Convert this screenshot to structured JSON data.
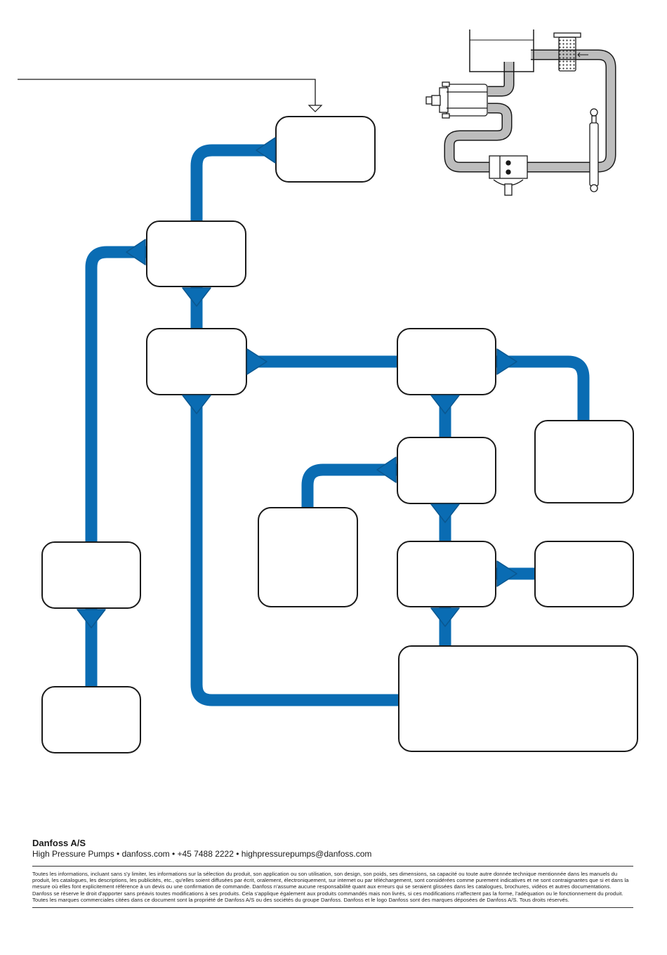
{
  "footer": {
    "company": "Danfoss A/S",
    "contact": "High Pressure Pumps • danfoss.com • +45 7488 2222 • highpressurepumps@danfoss.com",
    "disclaimer": [
      "Toutes les informations, incluant sans s'y limiter, les informations sur la sélection du produit, son application ou son utilisation, son design, son poids, ses dimensions, sa capacité ou toute autre donnée technique mentionnée dans les manuels du produit, les catalogues, les descriptions, les publicités, etc., qu'elles soient diffusées par écrit, oralement, électroniquement, sur internet ou par téléchargement, sont considérées comme purement indicatives et ne sont contraignantes que si et dans la mesure où elles font explicitement référence à un devis ou une confirmation de commande. Danfoss n'assume aucune responsabilité quant aux erreurs qui se seraient glissées dans les catalogues, brochures, vidéos et autres documentations.",
      "Danfoss se réserve le droit d'apporter sans préavis toutes modifications à ses produits. Cela s'applique également aux produits commandés mais non livrés, si ces modifications n'affectent pas la forme, l'adéquation ou le fonctionnement du produit.",
      "Toutes les marques commerciales citées dans ce document sont la propriété de Danfoss A/S ou des sociétés du groupe Danfoss. Danfoss et le logo Danfoss sont des marques déposées de Danfoss A/S. Tous droits réservés."
    ]
  },
  "colors": {
    "flow": "#0A6CB3",
    "flow_dark": "#0A5790",
    "box_stroke": "#1a1a1a",
    "schematic_pipe": "#BDBDBD"
  },
  "icons": [
    "flow-arrow-icon",
    "pointer-arrow-icon",
    "tank-icon",
    "filter-icon",
    "pump-icon",
    "motor-icon",
    "cylinder-icon"
  ]
}
